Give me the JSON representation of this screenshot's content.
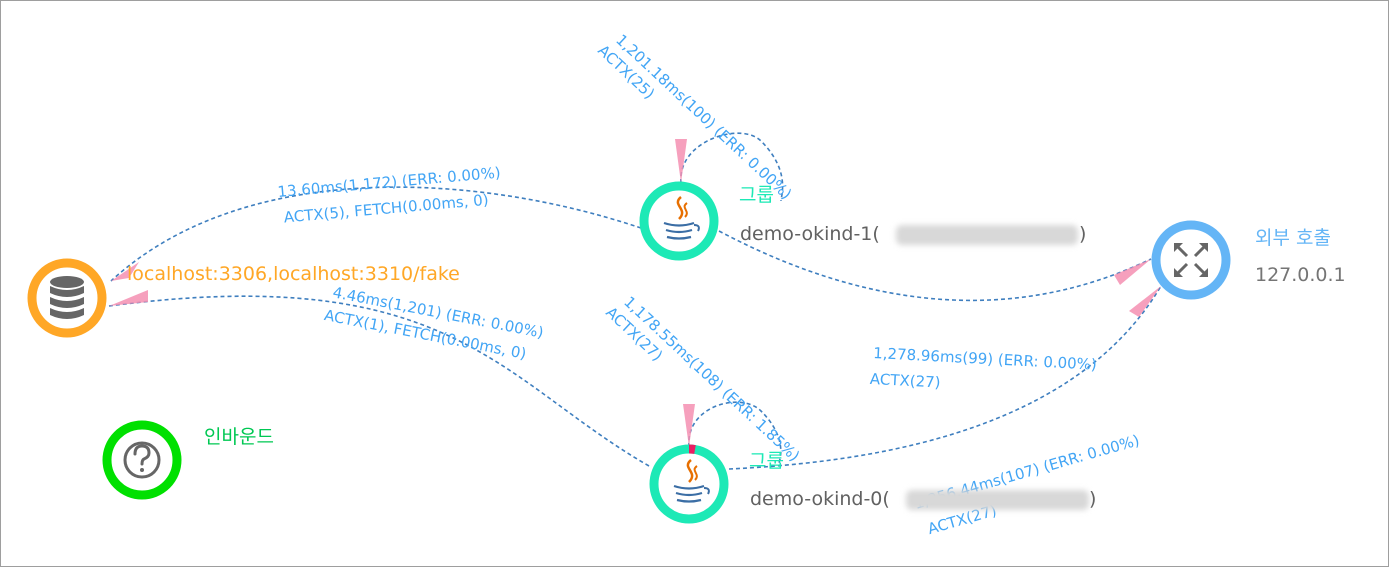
{
  "colors": {
    "database_ring": "#ffa726",
    "java_ring": "#1de9b6",
    "external_ring": "#64b5f6",
    "inbound_ring": "#00e000",
    "edge_label": "#42a5f5",
    "edge_line": "#3f7fbf",
    "group_label": "#1de9b6",
    "node_name": "#616161",
    "database_label": "#ffa726",
    "inbound_label": "#00c853"
  },
  "nodes": {
    "database": {
      "icon": "database-icon",
      "label": "localhost:3306,localhost:3310/fake"
    },
    "java1": {
      "icon": "java-icon",
      "group_label": "그룹",
      "name_prefix": "demo-okind-1(",
      "name_suffix": ")"
    },
    "java0": {
      "icon": "java-icon",
      "group_label": "그룹",
      "name_prefix": "demo-okind-0(",
      "name_suffix": ")"
    },
    "external": {
      "icon": "expand-arrows-icon",
      "label": "외부 호출",
      "address": "127.0.0.1"
    },
    "inbound": {
      "icon": "question-icon",
      "label": "인바운드"
    }
  },
  "edges": {
    "java1_db": {
      "line1": "13.60ms(1,172) (ERR: 0.00%)",
      "line2": "ACTX(5), FETCH(0.00ms, 0)"
    },
    "java0_db": {
      "line1": "4.46ms(1,201) (ERR: 0.00%)",
      "line2": "ACTX(1), FETCH(0.00ms, 0)"
    },
    "java1_self": {
      "line1": "1,201.18ms(100) (ERR: 0.00%)",
      "line2": "ACTX(25)"
    },
    "java0_self": {
      "line1": "1,178.55ms(108) (ERR: 1.85%)",
      "line2": "ACTX(27)"
    },
    "java1_ext": {
      "line1": "1,278.96ms(99) (ERR: 0.00%)",
      "line2": "ACTX(27)"
    },
    "java0_ext": {
      "line1": "1,256.44ms(107) (ERR: 0.00%)",
      "line2": "ACTX(27)"
    }
  }
}
